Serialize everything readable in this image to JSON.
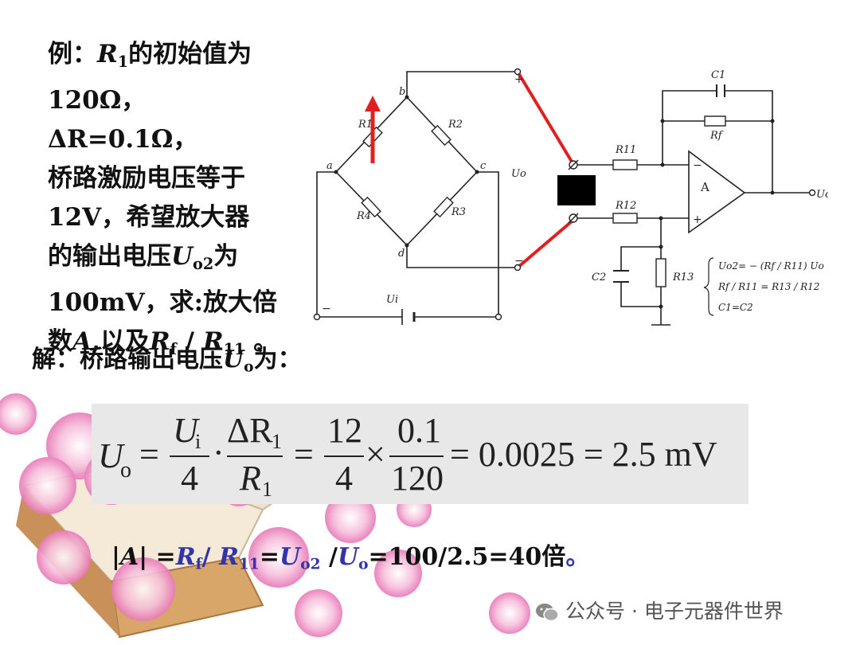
{
  "problem": {
    "line1_prefix": "例：",
    "r1_label": "R",
    "r1_sub": "1",
    "line1_suffix": "的初始值为",
    "line2": "120Ω，ΔR=0.1Ω，",
    "line3": "桥路激励电压等于",
    "line4": "12V，希望放大器",
    "line5_prefix": "的输出电压",
    "uo2_label": "U",
    "uo2_sub": "o2",
    "line5_suffix": "为",
    "line6": "100mV，求:放大倍",
    "line7_prefix": "数",
    "a_label": "A",
    "line7_mid": ",以及",
    "rf_label": "R",
    "rf_sub": "f",
    "slash": " / ",
    "r11_label": "R",
    "r11_sub": "11",
    "line7_end": " 。"
  },
  "solution": {
    "head_prefix": "解：桥路输出电压",
    "uo_label": "U",
    "uo_sub": "o",
    "head_suffix": "为："
  },
  "formula": {
    "lhs": "U",
    "lhs_sub": "o",
    "eq": "=",
    "ui": "U",
    "ui_sub": "i",
    "four": "4",
    "dot": "·",
    "dr": "ΔR",
    "dr_sub": "1",
    "r1": "R",
    "r1_sub": "1",
    "n12": "12",
    "times": "×",
    "n01": "0.1",
    "n120": "120",
    "result": "= 0.0025 = 2.5 mV"
  },
  "gain": {
    "abs_a": "|A|",
    "eq1": " =",
    "rf": "R",
    "rf_sub": "f",
    "slash": "/ ",
    "r11": "R",
    "r11_sub": "11",
    "eq2": "=",
    "uo2": "U",
    "uo2_sub": "o2",
    "slash2": " /",
    "uo": "U",
    "uo_sub": "o",
    "tail": "=100/2.5=40倍",
    "dot": "。"
  },
  "circuit": {
    "nodes": [
      "a",
      "b",
      "c",
      "d"
    ],
    "resistors": [
      "R1",
      "R2",
      "R3",
      "R4",
      "R11",
      "R12",
      "R13",
      "Rf"
    ],
    "capacitors": [
      "C1",
      "C2"
    ],
    "amp": "A",
    "uo": "Uo",
    "ui": "Ui",
    "uo2": "Uo2",
    "plus": "+",
    "minus": "−",
    "eq1": "Uo2= − (Rf / R11) Uo",
    "eq2": "Rf / R11 = R13 / R12",
    "eq3": "C1=C2"
  },
  "footer": {
    "text": "公众号 · 电子元器件世界",
    "icon": "wechat-icon"
  },
  "colors": {
    "text": "#111111",
    "blue": "#3333aa",
    "red_wire": "#e02020",
    "formula_bg": "#e8e8e8"
  }
}
